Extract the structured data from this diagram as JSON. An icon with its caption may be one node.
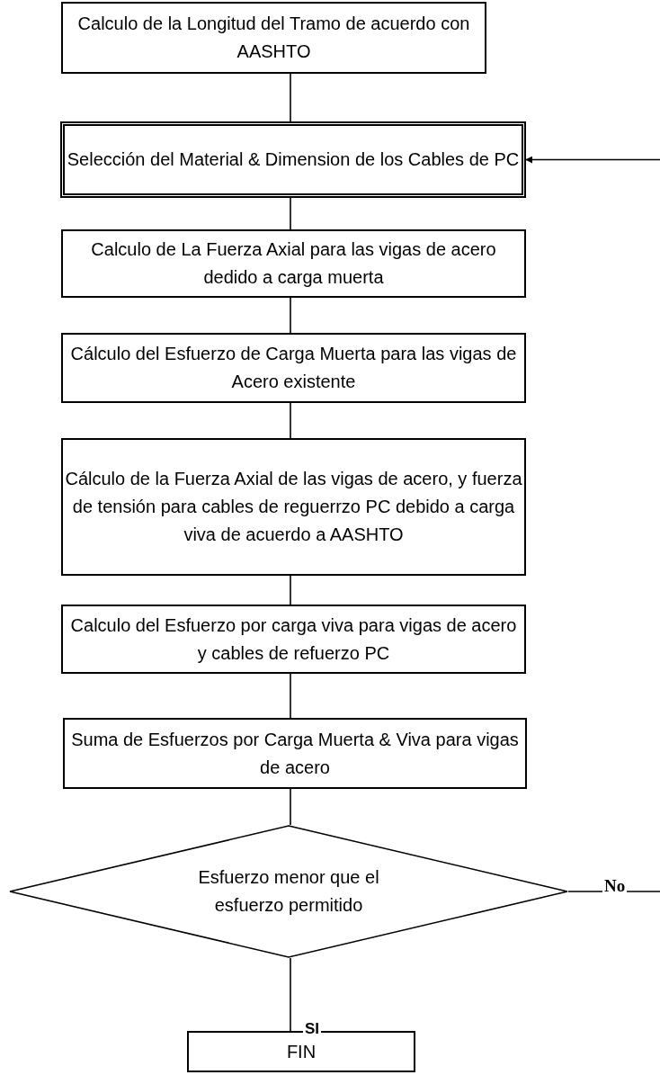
{
  "diagram": {
    "nodes": [
      {
        "text": [
          "Calculo de la Longitud del Tramo de acuerdo con AASHTO"
        ]
      },
      {
        "text": [
          "Selección del Material & Dimension de los Cables de PC"
        ]
      },
      {
        "text": [
          "Calculo de La Fuerza Axial para las vigas de acero dedido a carga muerta"
        ]
      },
      {
        "text": [
          "Cálculo del Esfuerzo de Carga Muerta para las vigas de Acero existente"
        ]
      },
      {
        "text": [
          "Cálculo de la Fuerza Axial de las vigas de acero, y fuerza de tensión para cables de reguerrzo PC debido a carga viva de acuerdo a AASHTO"
        ]
      },
      {
        "text": [
          "Calculo del Esfuerzo por carga viva para vigas de acero y cables de refuerzo PC"
        ]
      },
      {
        "text": [
          "Suma de Esfuerzos por Carga Muerta & Viva para vigas de acero"
        ]
      },
      {
        "text": [
          "Esfuerzo menor que el esfuerzo permitido"
        ]
      },
      {
        "text": [
          "FIN"
        ]
      }
    ],
    "edges": [
      {
        "from": 0,
        "to": 1,
        "arrow": "none"
      },
      {
        "from": 1,
        "to": 2,
        "arrow": "none"
      },
      {
        "from": 2,
        "to": 3,
        "arrow": "none"
      },
      {
        "from": 3,
        "to": 4,
        "arrow": "none"
      },
      {
        "from": 4,
        "to": 5,
        "arrow": "none"
      },
      {
        "from": 5,
        "to": 6,
        "arrow": "none"
      },
      {
        "from": 6,
        "to": 7,
        "arrow": "none"
      },
      {
        "from": 7,
        "to": 8,
        "arrow": "none",
        "label": "SI"
      },
      {
        "from": 7,
        "to": null,
        "arrow": "none",
        "label": "No"
      },
      {
        "from": null,
        "to": 1,
        "arrow": "to"
      }
    ]
  }
}
